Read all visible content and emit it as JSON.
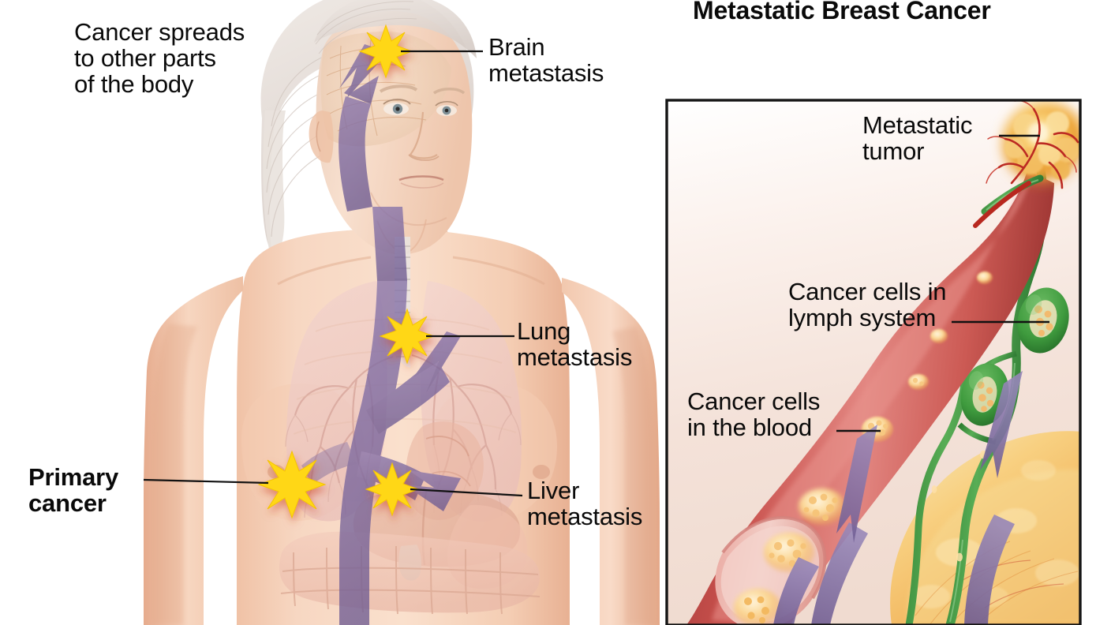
{
  "figure": {
    "title": "Metastatic Breast Cancer",
    "kind": "medical-illustration"
  },
  "body_panel": {
    "intro_note": "Cancer spreads\nto other parts\nof the body",
    "labels": [
      {
        "id": "brain",
        "text": "Brain\nmetastasis",
        "bold": false
      },
      {
        "id": "lung",
        "text": "Lung\nmetastasis",
        "bold": false
      },
      {
        "id": "liver",
        "text": "Liver\nmetastasis",
        "bold": false
      },
      {
        "id": "primary",
        "text": "Primary\ncancer",
        "bold": true
      }
    ],
    "markers": [
      {
        "id": "brain-star",
        "name": "brain-metastasis-star"
      },
      {
        "id": "lung-star",
        "name": "lung-metastasis-star"
      },
      {
        "id": "primary-star",
        "name": "primary-cancer-star"
      },
      {
        "id": "liver-star",
        "name": "liver-metastasis-star"
      }
    ]
  },
  "inset_panel": {
    "labels": [
      {
        "id": "tumor",
        "text": "Metastatic\ntumor"
      },
      {
        "id": "lymph",
        "text": "Cancer cells in\nlymph system"
      },
      {
        "id": "blood",
        "text": "Cancer cells\nin the blood"
      }
    ]
  },
  "colors": {
    "star_fill": "#FFD717",
    "star_stroke": "#F0B500",
    "arrow_purple": "#7e6aa0",
    "skin": "#f3cdb4",
    "blood_vessel": "#c94a4a",
    "lymph_green": "#3d9440",
    "tumor_gold": "#f0a93c",
    "inset_bg_top": "#ffffff",
    "inset_bg_bottom": "#f2ded4",
    "border": "#1a1a1a",
    "text": "#0a0a0a"
  }
}
